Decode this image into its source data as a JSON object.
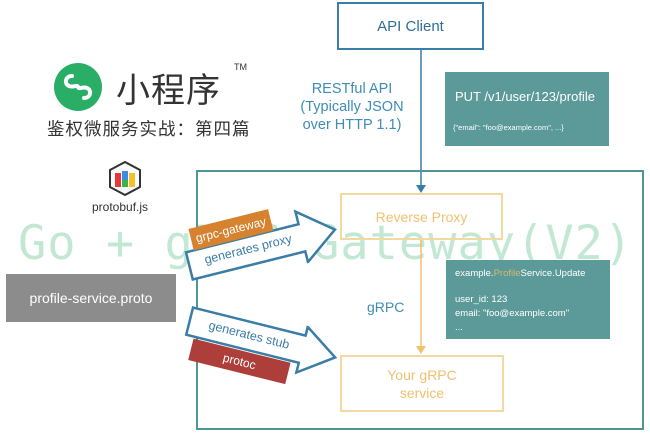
{
  "api_client": {
    "label": "API Client"
  },
  "restful": {
    "line1": "RESTful API",
    "line2": "(Typically JSON",
    "line3": "over HTTP 1.1)"
  },
  "put_request": {
    "title": "PUT /v1/user/123/profile",
    "body": "{\"email\": \"foo@example.com\", ...}"
  },
  "reverse_proxy": {
    "label": "Reverse Proxy"
  },
  "grpc": {
    "label": "gRPC"
  },
  "service_call": {
    "method_prefix": "example.",
    "method_highlight": "Profile",
    "method_suffix": "Service.Update",
    "user_id": "user_id: 123",
    "email": "email: \"foo@example.com\"",
    "ellipsis": "..."
  },
  "grpc_service": {
    "line1": "Your gRPC",
    "line2": "service"
  },
  "branding": {
    "app_name": "小程序",
    "tm": "TM",
    "subtitle": "鉴权微服务实战：第四篇"
  },
  "protobuf_js": {
    "label": "protobuf.js"
  },
  "proto_file": {
    "label": "profile-service.proto"
  },
  "gateway_arrow": {
    "tag": "grpc-gateway",
    "text": "generates proxy"
  },
  "stub_arrow": {
    "text": "generates stub",
    "tag": "protoc"
  },
  "watermark": {
    "text": "Go + gRPC-Gateway(V2)"
  },
  "colors": {
    "teal": "#5b9a99",
    "blue": "#3a7da6",
    "cream": "#f2d9a1",
    "orange_tag": "#d6822f",
    "red_tag": "#ae3e39",
    "logo_green": "#2aae67"
  }
}
